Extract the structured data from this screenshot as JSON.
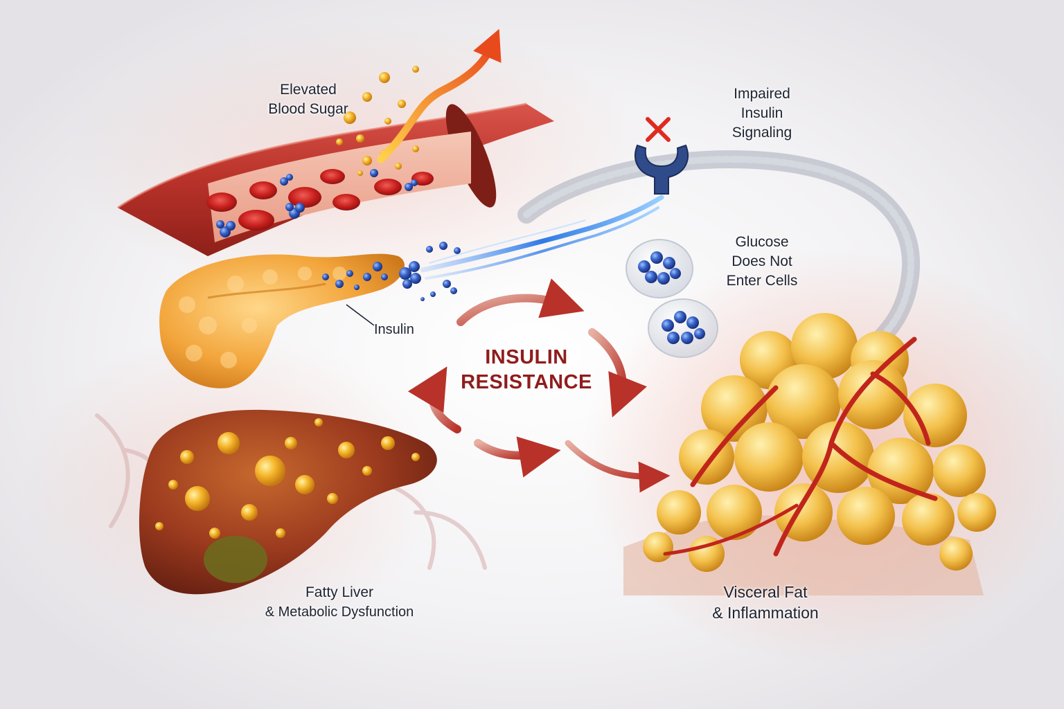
{
  "center": {
    "line1": "INSULIN",
    "line2": "RESISTANCE"
  },
  "labels": {
    "blood_sugar": {
      "line1": "Elevated",
      "line2": "Blood Sugar"
    },
    "impaired_signaling": {
      "line1": "Impaired",
      "line2": "Insulin",
      "line3": "Signaling"
    },
    "glucose": {
      "line1": "Glucose",
      "line2": "Does Not",
      "line3": "Enter Cells"
    },
    "insulin": "Insulin",
    "fatty_liver": {
      "line1": "Fatty Liver",
      "line2": "& Metabolic Dysfunction"
    },
    "visceral_fat": {
      "line1": "Visceral Fat",
      "line2": "& Inflammation"
    }
  },
  "colors": {
    "cycle_arrow": "#b8322a",
    "title": "#8f1d1d",
    "insulin_molecule": "#2f5bb7",
    "fat_cell": "#f3c04a",
    "liver": "#9b3a1e",
    "vessel": "#c0392b"
  }
}
